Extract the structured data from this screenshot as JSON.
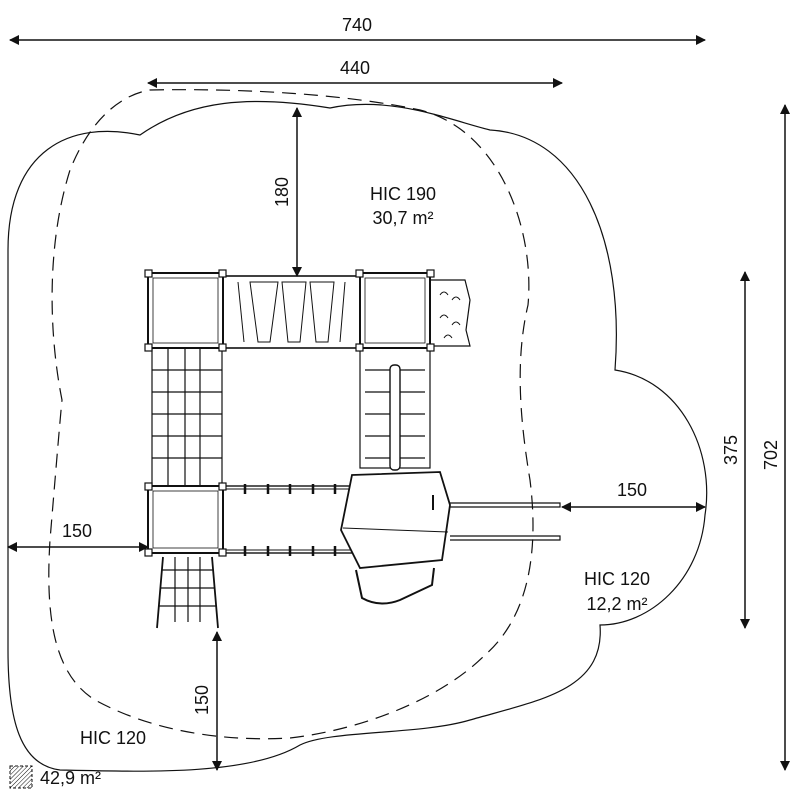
{
  "dimensions": {
    "total_width": "740",
    "inner_width": "440",
    "front_clearance": "180",
    "total_depth": "702",
    "structure_depth": "375",
    "left_clearance": "150",
    "right_clearance": "150",
    "bottom_clearance": "150"
  },
  "zones": {
    "main_hic": "HIC 190",
    "main_area": "30,7 m²",
    "right_hic": "HIC 120",
    "right_area": "12,2 m²",
    "outer_hic": "HIC 120"
  },
  "legend": {
    "total_area": "42,9 m²"
  },
  "colors": {
    "line": "#111111",
    "background": "#ffffff"
  }
}
